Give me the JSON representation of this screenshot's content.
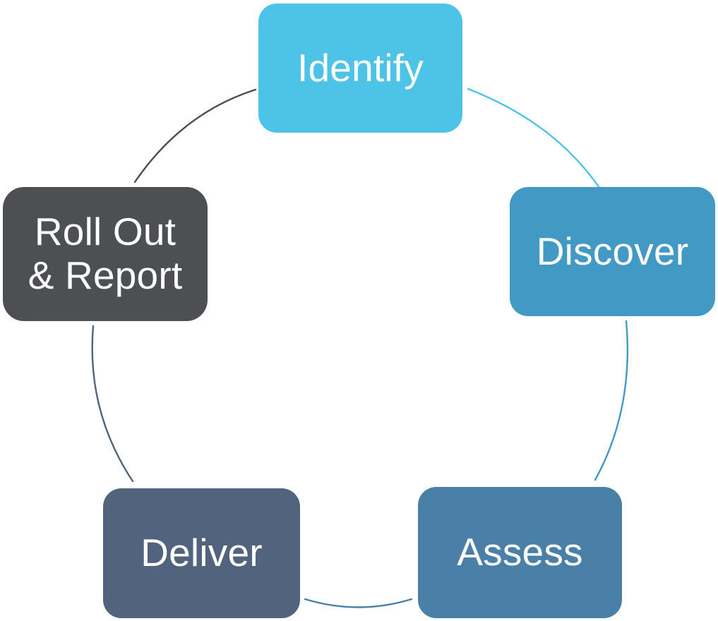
{
  "diagram": {
    "type": "cycle",
    "title": "",
    "background_color": "#ffffff",
    "text_color": "#ffffff",
    "nodes": [
      {
        "id": "identify",
        "label": "Identify",
        "color": "#4ec3e8",
        "position": "top"
      },
      {
        "id": "discover",
        "label": "Discover",
        "color": "#4299c4",
        "position": "right"
      },
      {
        "id": "assess",
        "label": "Assess",
        "color": "#4a80a8",
        "position": "bottom-right"
      },
      {
        "id": "deliver",
        "label": "Deliver",
        "color": "#52647d",
        "position": "bottom-left"
      },
      {
        "id": "rollout",
        "label": "Roll Out\n& Report",
        "color": "#4d4f53",
        "position": "left"
      }
    ],
    "connectors": [
      {
        "id": "identify-to-discover",
        "from": "identify",
        "to": "discover",
        "color": "#4ec3e8"
      },
      {
        "id": "discover-to-assess",
        "from": "discover",
        "to": "assess",
        "color": "#4299c4"
      },
      {
        "id": "assess-to-deliver",
        "from": "assess",
        "to": "deliver",
        "color": "#4a80a8"
      },
      {
        "id": "deliver-to-rollout",
        "from": "deliver",
        "to": "rollout",
        "color": "#52647d"
      },
      {
        "id": "rollout-to-identify",
        "from": "rollout",
        "to": "identify",
        "color": "#4d4f53"
      }
    ]
  }
}
